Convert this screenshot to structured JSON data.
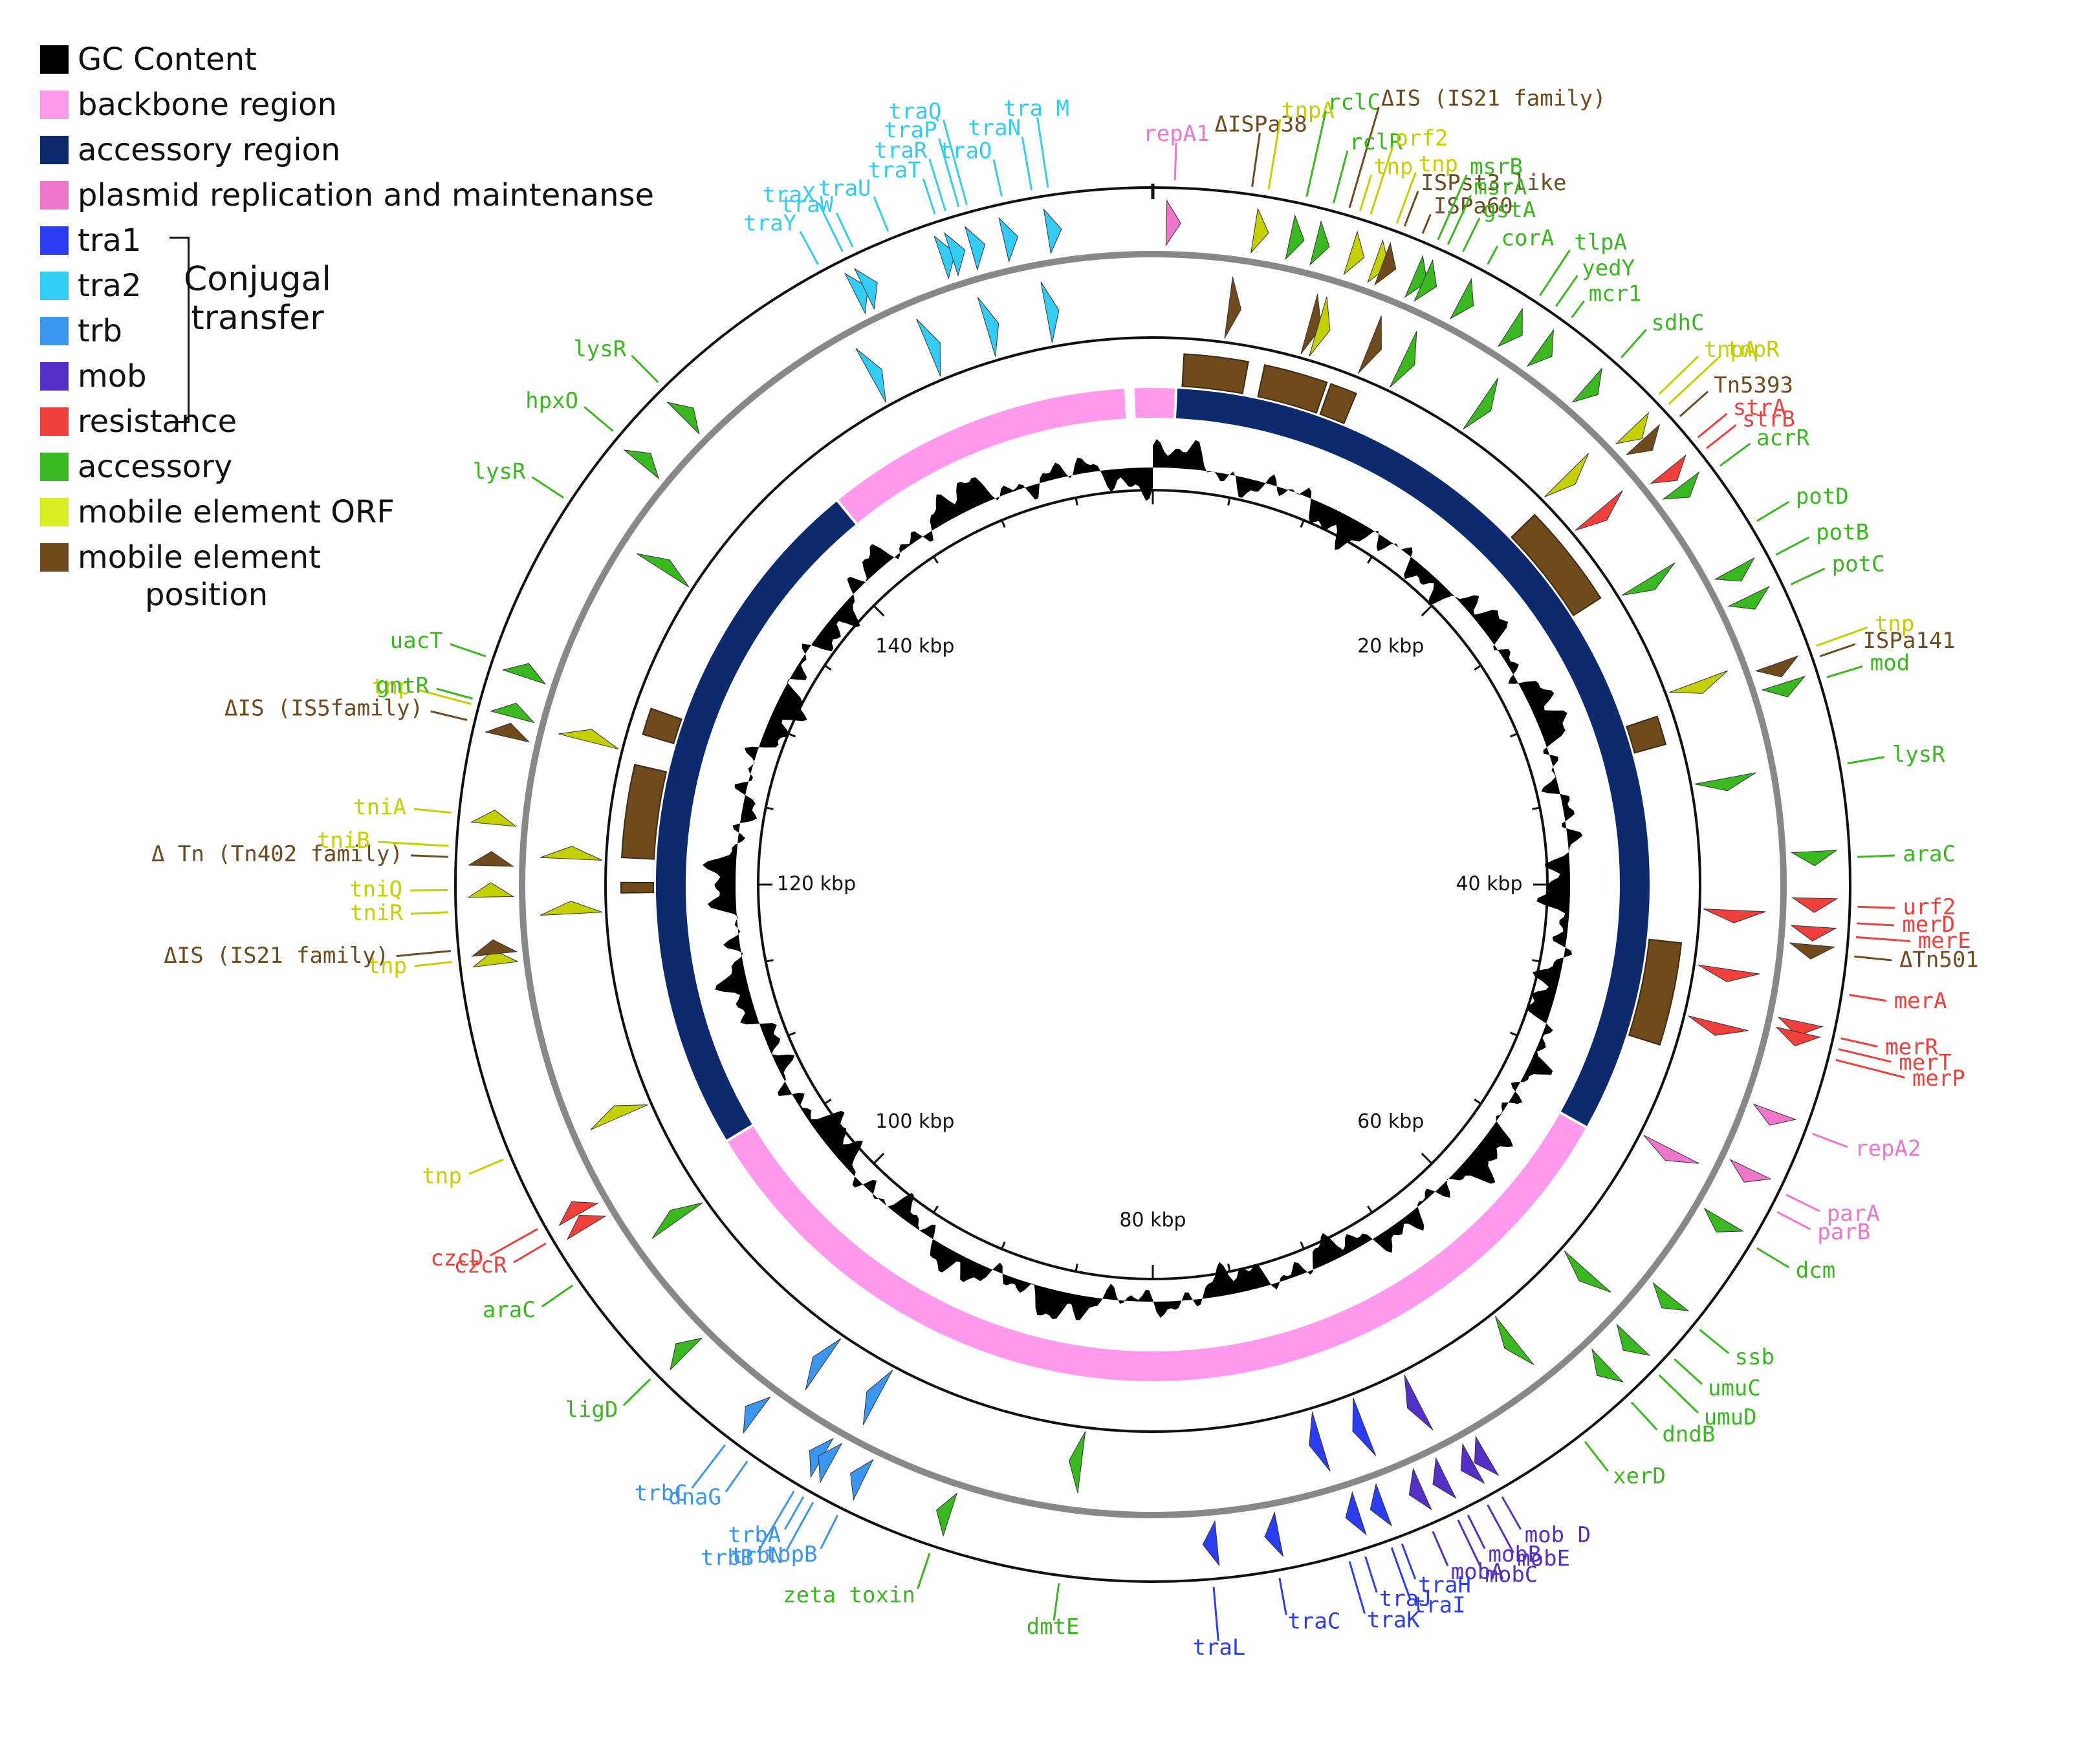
{
  "legend": {
    "items": [
      {
        "label": "GC Content",
        "color": "#000000"
      },
      {
        "label": "backbone region",
        "color": "#ff99ee"
      },
      {
        "label": "accessory region",
        "color": "#0d2a6e"
      },
      {
        "label": "plasmid replication and maintenanse",
        "color": "#ee77cc"
      },
      {
        "label": "tra1",
        "color": "#2b3df0"
      },
      {
        "label": "tra2",
        "color": "#33ccf5"
      },
      {
        "label": "trb",
        "color": "#3a96ee"
      },
      {
        "label": "mob",
        "color": "#5530c8"
      },
      {
        "label": "resistance",
        "color": "#f0403c"
      },
      {
        "label": "accessory",
        "color": "#39b81f"
      },
      {
        "label": "mobile element ORF",
        "color": "#d9ee22"
      },
      {
        "label": "mobile element",
        "color": "#6e4a1c"
      }
    ],
    "mobile_element_second_line": "position",
    "group_label_line1": "Conjugal",
    "group_label_line2": "transfer"
  },
  "chart_data": {
    "type": "circular genome map",
    "total_kbp": 160,
    "tick_labels": [
      {
        "kbp": 20,
        "label": "20 kbp"
      },
      {
        "kbp": 40,
        "label": "40 kbp"
      },
      {
        "kbp": 60,
        "label": "60 kbp"
      },
      {
        "kbp": 80,
        "label": "80 kbp"
      },
      {
        "kbp": 100,
        "label": "100 kbp"
      },
      {
        "kbp": 120,
        "label": "120 kbp"
      },
      {
        "kbp": 140,
        "label": "140 kbp"
      }
    ],
    "regions": [
      {
        "type": "backbone",
        "start": 159,
        "end": 161.2
      },
      {
        "type": "accessory",
        "start": 1.2,
        "end": 53
      },
      {
        "type": "backbone",
        "start": 53,
        "end": 106.2
      },
      {
        "type": "accessory",
        "start": 106.2,
        "end": 142.5
      },
      {
        "type": "backbone",
        "start": 142.5,
        "end": 158.6
      }
    ],
    "mobile_element_positions": [
      {
        "start": 1.5,
        "end": 4.6
      },
      {
        "start": 5.4,
        "end": 8.5
      },
      {
        "start": 8.7,
        "end": 10.0
      },
      {
        "start": 20.4,
        "end": 25.5
      },
      {
        "start": 31.8,
        "end": 33.2
      },
      {
        "start": 42.8,
        "end": 47.8
      },
      {
        "start": 121.3,
        "end": 125.8
      },
      {
        "start": 127.3,
        "end": 128.6
      },
      {
        "start": 119.6,
        "end": 120.1
      }
    ],
    "genes": [
      {
        "name": "repA1",
        "kbp": 0.8,
        "color": "#ee77cc",
        "ring": 1,
        "label_ring": 0
      },
      {
        "name": "ΔISPa38",
        "kbp": 3.6,
        "color": "#6e4a1c",
        "ring": 1,
        "label_ring": 1
      },
      {
        "name": "tnpA",
        "kbp": 4.2,
        "color": "#c5d000",
        "ring": 1,
        "label_ring": 2
      },
      {
        "name": "rclC",
        "kbp": 5.6,
        "color": "#39b81f",
        "ring": 1,
        "label_ring": 3
      },
      {
        "name": "ΔIS (IS21 family)",
        "kbp": 7.2,
        "color": "#6e4a1c",
        "ring": 1,
        "label_ring": 4
      },
      {
        "name": "rclR",
        "kbp": 6.6,
        "color": "#39b81f",
        "ring": 1,
        "label_ring": 1
      },
      {
        "name": "orf2",
        "kbp": 8.0,
        "color": "#c5d000",
        "ring": 1,
        "label_ring": 2
      },
      {
        "name": "tnp",
        "kbp": 7.6,
        "color": "#c5d000",
        "ring": 1,
        "label_ring": 0
      },
      {
        "name": "tnp",
        "kbp": 9.0,
        "color": "#c5d000",
        "ring": 1,
        "label_ring": 1
      },
      {
        "name": "ISPst3-like",
        "kbp": 9.3,
        "color": "#6e4a1c",
        "ring": 1,
        "label_ring": 0
      },
      {
        "name": "ISPa60",
        "kbp": 10.0,
        "color": "#6e4a1c",
        "ring": 1,
        "label_ring": -1
      },
      {
        "name": "msrB",
        "kbp": 10.6,
        "color": "#39b81f",
        "ring": 1,
        "label_ring": 2
      },
      {
        "name": "msrA",
        "kbp": 11.0,
        "color": "#39b81f",
        "ring": 1,
        "label_ring": 1
      },
      {
        "name": "gstA",
        "kbp": 11.6,
        "color": "#39b81f",
        "ring": 1,
        "label_ring": 0
      },
      {
        "name": "corA",
        "kbp": 12.6,
        "color": "#39b81f",
        "ring": 1,
        "label_ring": -1
      },
      {
        "name": "tlpA",
        "kbp": 14.8,
        "color": "#39b81f",
        "ring": 1,
        "label_ring": 1
      },
      {
        "name": "yedY",
        "kbp": 15.5,
        "color": "#39b81f",
        "ring": 1,
        "label_ring": 0
      },
      {
        "name": "mcr1",
        "kbp": 16.2,
        "color": "#39b81f",
        "ring": 1,
        "label_ring": -1
      },
      {
        "name": "sdhC",
        "kbp": 18.5,
        "color": "#39b81f",
        "ring": 1,
        "label_ring": 0
      },
      {
        "name": "tnpA",
        "kbp": 20.4,
        "color": "#c5d000",
        "ring": 1,
        "label_ring": 1
      },
      {
        "name": "tnpR",
        "kbp": 20.9,
        "color": "#c5d000",
        "ring": 1,
        "label_ring": 2
      },
      {
        "name": "Tn5393",
        "kbp": 21.5,
        "color": "#6e4a1c",
        "ring": 1,
        "label_ring": 0
      },
      {
        "name": "strA",
        "kbp": 22.5,
        "color": "#f0403c",
        "ring": 1,
        "label_ring": 0
      },
      {
        "name": "strB",
        "kbp": 23.0,
        "color": "#f0403c",
        "ring": 1,
        "label_ring": 0
      },
      {
        "name": "acrR",
        "kbp": 23.8,
        "color": "#39b81f",
        "ring": 1,
        "label_ring": 0
      },
      {
        "name": "potD",
        "kbp": 26.2,
        "color": "#39b81f",
        "ring": 1,
        "label_ring": 0
      },
      {
        "name": "potB",
        "kbp": 27.6,
        "color": "#39b81f",
        "ring": 1,
        "label_ring": 0
      },
      {
        "name": "potC",
        "kbp": 28.8,
        "color": "#39b81f",
        "ring": 1,
        "label_ring": 0
      },
      {
        "name": "tnp",
        "kbp": 31.2,
        "color": "#c5d000",
        "ring": 1,
        "label_ring": 1
      },
      {
        "name": "ISPa141",
        "kbp": 31.6,
        "color": "#6e4a1c",
        "ring": 1,
        "label_ring": 0
      },
      {
        "name": "mod",
        "kbp": 32.4,
        "color": "#39b81f",
        "ring": 1,
        "label_ring": 0
      },
      {
        "name": "lysR",
        "kbp": 35.6,
        "color": "#39b81f",
        "ring": 1,
        "label_ring": 0
      },
      {
        "name": "araC",
        "kbp": 39.0,
        "color": "#39b81f",
        "ring": 1,
        "label_ring": 0
      },
      {
        "name": "urf2",
        "kbp": 40.8,
        "color": "#f0403c",
        "ring": 1,
        "label_ring": 0
      },
      {
        "name": "merD",
        "kbp": 41.4,
        "color": "#f0403c",
        "ring": 1,
        "label_ring": 0
      },
      {
        "name": "merE",
        "kbp": 41.9,
        "color": "#f0403c",
        "ring": 1,
        "label_ring": 1
      },
      {
        "name": "ΔTn501",
        "kbp": 42.6,
        "color": "#6e4a1c",
        "ring": 1,
        "label_ring": 0
      },
      {
        "name": "merA",
        "kbp": 44.0,
        "color": "#f0403c",
        "ring": 1,
        "label_ring": 0
      },
      {
        "name": "merR",
        "kbp": 45.6,
        "color": "#f0403c",
        "ring": 1,
        "label_ring": 0
      },
      {
        "name": "merT",
        "kbp": 46.0,
        "color": "#f0403c",
        "ring": 1,
        "label_ring": 1
      },
      {
        "name": "merP",
        "kbp": 46.4,
        "color": "#f0403c",
        "ring": 1,
        "label_ring": 2
      },
      {
        "name": "repA2",
        "kbp": 49.2,
        "color": "#ee77cc",
        "ring": 1,
        "label_ring": 0
      },
      {
        "name": "parA",
        "kbp": 51.6,
        "color": "#ee77cc",
        "ring": 1,
        "label_ring": 0
      },
      {
        "name": "parB",
        "kbp": 52.3,
        "color": "#ee77cc",
        "ring": 1,
        "label_ring": 0
      },
      {
        "name": "dcm",
        "kbp": 53.8,
        "color": "#39b81f",
        "ring": 1,
        "label_ring": 0
      },
      {
        "name": "ssb",
        "kbp": 57.4,
        "color": "#39b81f",
        "ring": 1,
        "label_ring": 0
      },
      {
        "name": "umuC",
        "kbp": 58.8,
        "color": "#39b81f",
        "ring": 1,
        "label_ring": 0
      },
      {
        "name": "umuD",
        "kbp": 59.6,
        "color": "#39b81f",
        "ring": 1,
        "label_ring": 1
      },
      {
        "name": "dndB",
        "kbp": 61.0,
        "color": "#39b81f",
        "ring": 1,
        "label_ring": 0
      },
      {
        "name": "xerD",
        "kbp": 63.2,
        "color": "#39b81f",
        "ring": 1,
        "label_ring": 0
      },
      {
        "name": "mob D",
        "kbp": 66.8,
        "color": "#5530c8",
        "ring": 1,
        "label_ring": 0
      },
      {
        "name": "mobE",
        "kbp": 67.4,
        "color": "#5530c8",
        "ring": 1,
        "label_ring": 1
      },
      {
        "name": "mobB",
        "kbp": 68.2,
        "color": "#5530c8",
        "ring": 1,
        "label_ring": 0
      },
      {
        "name": "mobC",
        "kbp": 68.6,
        "color": "#5530c8",
        "ring": 1,
        "label_ring": 1
      },
      {
        "name": "mobA",
        "kbp": 69.6,
        "color": "#5530c8",
        "ring": 1,
        "label_ring": 0
      },
      {
        "name": "traH",
        "kbp": 70.8,
        "color": "#2b3df0",
        "ring": 1,
        "label_ring": 0
      },
      {
        "name": "traI",
        "kbp": 71.2,
        "color": "#2b3df0",
        "ring": 1,
        "label_ring": 1
      },
      {
        "name": "traJ",
        "kbp": 72.2,
        "color": "#2b3df0",
        "ring": 1,
        "label_ring": 0
      },
      {
        "name": "traK",
        "kbp": 72.8,
        "color": "#2b3df0",
        "ring": 1,
        "label_ring": 1
      },
      {
        "name": "traC",
        "kbp": 75.4,
        "color": "#2b3df0",
        "ring": 1,
        "label_ring": 0
      },
      {
        "name": "traL",
        "kbp": 77.8,
        "color": "#2b3df0",
        "ring": 1,
        "label_ring": 1
      },
      {
        "name": "dmtE",
        "kbp": 83.4,
        "color": "#39b81f",
        "ring": 1,
        "label_ring": 0
      },
      {
        "name": "zeta toxin",
        "kbp": 88.2,
        "color": "#39b81f",
        "ring": 1,
        "label_ring": 0
      },
      {
        "name": "topB",
        "kbp": 91.8,
        "color": "#3a96ee",
        "ring": 1,
        "label_ring": 0
      },
      {
        "name": "trbN",
        "kbp": 92.8,
        "color": "#3a96ee",
        "ring": 1,
        "label_ring": 1
      },
      {
        "name": "trbB",
        "kbp": 93.6,
        "color": "#3a96ee",
        "ring": 1,
        "label_ring": 2
      },
      {
        "name": "trbA",
        "kbp": 93.2,
        "color": "#3a96ee",
        "ring": 1,
        "label_ring": 0
      },
      {
        "name": "dnaG",
        "kbp": 95.6,
        "color": "#3a96ee",
        "ring": 1,
        "label_ring": 0
      },
      {
        "name": "trbC",
        "kbp": 96.6,
        "color": "#3a96ee",
        "ring": 1,
        "label_ring": 1
      },
      {
        "name": "ligD",
        "kbp": 100.2,
        "color": "#39b81f",
        "ring": 1,
        "label_ring": 0
      },
      {
        "name": "araC",
        "kbp": 104.6,
        "color": "#39b81f",
        "ring": 1,
        "label_ring": 0
      },
      {
        "name": "czcR",
        "kbp": 106.4,
        "color": "#f0403c",
        "ring": 1,
        "label_ring": 0
      },
      {
        "name": "czcD",
        "kbp": 107.0,
        "color": "#f0403c",
        "ring": 1,
        "label_ring": 1
      },
      {
        "name": "tnp",
        "kbp": 109.8,
        "color": "#c5d000",
        "ring": 1,
        "label_ring": 0
      },
      {
        "name": "tnp",
        "kbp": 117.2,
        "color": "#c5d000",
        "ring": 1,
        "label_ring": 0
      },
      {
        "name": "ΔIS (IS21 family)",
        "kbp": 117.6,
        "color": "#6e4a1c",
        "ring": 1,
        "label_ring": 1
      },
      {
        "name": "tniR",
        "kbp": 119.0,
        "color": "#c5d000",
        "ring": 1,
        "label_ring": 0
      },
      {
        "name": "tniQ",
        "kbp": 119.8,
        "color": "#c5d000",
        "ring": 1,
        "label_ring": 0
      },
      {
        "name": "Δ Tn (Tn402 family)",
        "kbp": 121.0,
        "color": "#6e4a1c",
        "ring": 1,
        "label_ring": 0
      },
      {
        "name": "tniB",
        "kbp": 121.4,
        "color": "#c5d000",
        "ring": 1,
        "label_ring": 2
      },
      {
        "name": "tniA",
        "kbp": 122.6,
        "color": "#c5d000",
        "ring": 1,
        "label_ring": 0
      },
      {
        "name": "ΔIS (IS5family)",
        "kbp": 126.0,
        "color": "#6e4a1c",
        "ring": 1,
        "label_ring": 0
      },
      {
        "name": "tnp",
        "kbp": 126.6,
        "color": "#c5d000",
        "ring": 1,
        "label_ring": 1
      },
      {
        "name": "gntR",
        "kbp": 126.8,
        "color": "#39b81f",
        "ring": 1,
        "label_ring": 0
      },
      {
        "name": "uacT",
        "kbp": 128.4,
        "color": "#39b81f",
        "ring": 1,
        "label_ring": 0
      },
      {
        "name": "lysR",
        "kbp": 134.8,
        "color": "#39b81f",
        "ring": 1,
        "label_ring": 0
      },
      {
        "name": "hpxO",
        "kbp": 137.8,
        "color": "#39b81f",
        "ring": 1,
        "label_ring": 0
      },
      {
        "name": "lysR",
        "kbp": 140.2,
        "color": "#39b81f",
        "ring": 1,
        "label_ring": 0
      },
      {
        "name": "traY",
        "kbp": 147.4,
        "color": "#33ccf5",
        "ring": 1,
        "label_ring": 0
      },
      {
        "name": "traX",
        "kbp": 148.4,
        "color": "#33ccf5",
        "ring": 1,
        "label_ring": 1
      },
      {
        "name": "traW",
        "kbp": 148.8,
        "color": "#33ccf5",
        "ring": 1,
        "label_ring": 0
      },
      {
        "name": "traU",
        "kbp": 150.2,
        "color": "#33ccf5",
        "ring": 1,
        "label_ring": 0
      },
      {
        "name": "traT",
        "kbp": 152.0,
        "color": "#33ccf5",
        "ring": 1,
        "label_ring": 0
      },
      {
        "name": "traR",
        "kbp": 152.4,
        "color": "#33ccf5",
        "ring": 1,
        "label_ring": 1
      },
      {
        "name": "traP",
        "kbp": 152.9,
        "color": "#33ccf5",
        "ring": 1,
        "label_ring": 2
      },
      {
        "name": "traQ",
        "kbp": 153.2,
        "color": "#33ccf5",
        "ring": 1,
        "label_ring": 3
      },
      {
        "name": "traO",
        "kbp": 154.5,
        "color": "#33ccf5",
        "ring": 1,
        "label_ring": 0
      },
      {
        "name": "traN",
        "kbp": 155.6,
        "color": "#33ccf5",
        "ring": 1,
        "label_ring": 1
      },
      {
        "name": "tra M",
        "kbp": 156.2,
        "color": "#33ccf5",
        "ring": 1,
        "label_ring": 2
      }
    ]
  }
}
